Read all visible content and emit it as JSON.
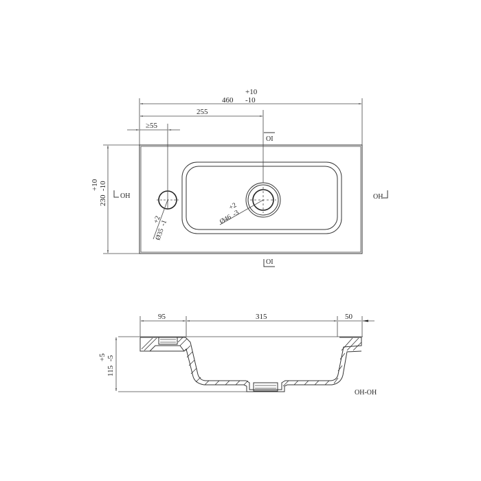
{
  "drawing": {
    "top_view": {
      "overall_width": {
        "value": "460",
        "tol_plus": "+10",
        "tol_minus": "-10"
      },
      "drain_offset": {
        "value": "255"
      },
      "tap_hole_offset": {
        "value": "≥55"
      },
      "overall_depth": {
        "value": "230",
        "tol_plus": "+10",
        "tol_minus": "-10"
      },
      "tap_hole_diameter": {
        "value": "Ø35",
        "tol_plus": "+2",
        "tol_minus": "-1"
      },
      "drain_diameter": {
        "value": "Ø46",
        "tol_plus": "+2",
        "tol_minus": "-3"
      },
      "section_marks": {
        "left": "OH",
        "right": "OH",
        "top": "OI",
        "bottom": "OI"
      }
    },
    "section_view": {
      "left_rim": {
        "value": "95"
      },
      "basin_width": {
        "value": "315"
      },
      "right_rim": {
        "value": "50"
      },
      "height": {
        "value": "115",
        "tol_plus": "+5",
        "tol_minus": "-5"
      },
      "section_label": "OH-OH"
    }
  }
}
